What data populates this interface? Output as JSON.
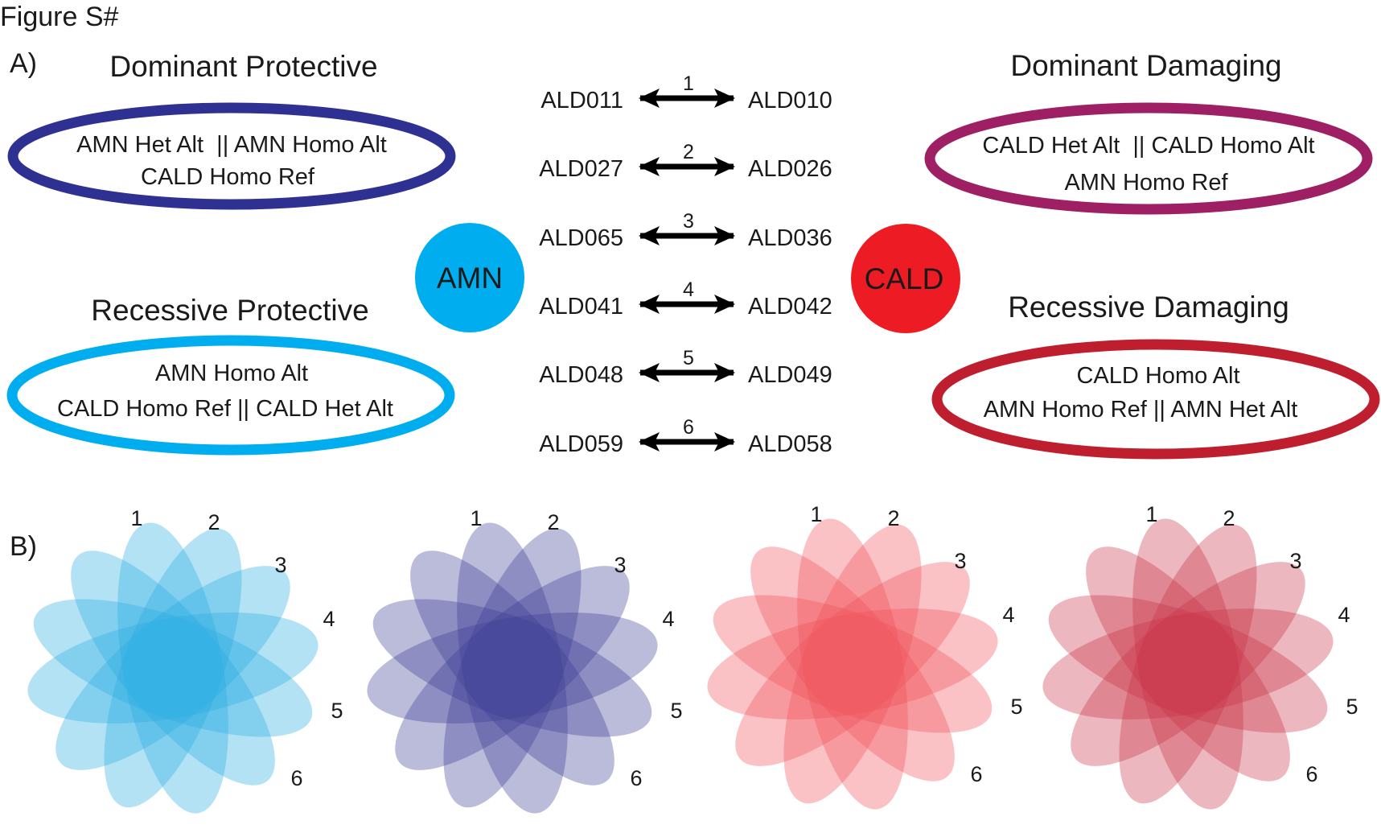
{
  "figure_label": "Figure S#",
  "section_a": "A)",
  "section_b": "B)",
  "categories": [
    {
      "id": "dominant-protective",
      "title": "Dominant Protective",
      "line1": "AMN Het Alt  || AMN Homo Alt",
      "line2": "CALD Homo Ref",
      "color": "#2e3192"
    },
    {
      "id": "recessive-protective",
      "title": "Recessive Protective",
      "line1": "AMN Homo Alt",
      "line2": "CALD Homo Ref || CALD Het Alt",
      "color": "#00aeef"
    },
    {
      "id": "dominant-damaging",
      "title": "Dominant Damaging",
      "line1": "CALD Het Alt  || CALD Homo Alt",
      "line2": "AMN Homo Ref",
      "color": "#9e1f63"
    },
    {
      "id": "recessive-damaging",
      "title": "Recessive Damaging",
      "line1": "CALD Homo Alt",
      "line2": "AMN Homo Ref || AMN Het Alt",
      "color": "#be1e2d"
    }
  ],
  "groups": {
    "amn": {
      "label": "AMN",
      "color": "#00aeef"
    },
    "cald": {
      "label": "CALD",
      "color": "#ed1c24"
    }
  },
  "pairs": [
    {
      "number": "1",
      "amn": "ALD011",
      "cald": "ALD010"
    },
    {
      "number": "2",
      "amn": "ALD027",
      "cald": "ALD026"
    },
    {
      "number": "3",
      "amn": "ALD065",
      "cald": "ALD036"
    },
    {
      "number": "4",
      "amn": "ALD041",
      "cald": "ALD042"
    },
    {
      "number": "5",
      "amn": "ALD048",
      "cald": "ALD049"
    },
    {
      "number": "6",
      "amn": "ALD059",
      "cald": "ALD058"
    }
  ],
  "venn_petal_labels": [
    "1",
    "2",
    "3",
    "4",
    "5",
    "6"
  ],
  "venn_diagrams": [
    {
      "color": "#29abe2"
    },
    {
      "color": "#3c3c96"
    },
    {
      "color": "#f0505a"
    },
    {
      "color": "#c83246"
    }
  ]
}
